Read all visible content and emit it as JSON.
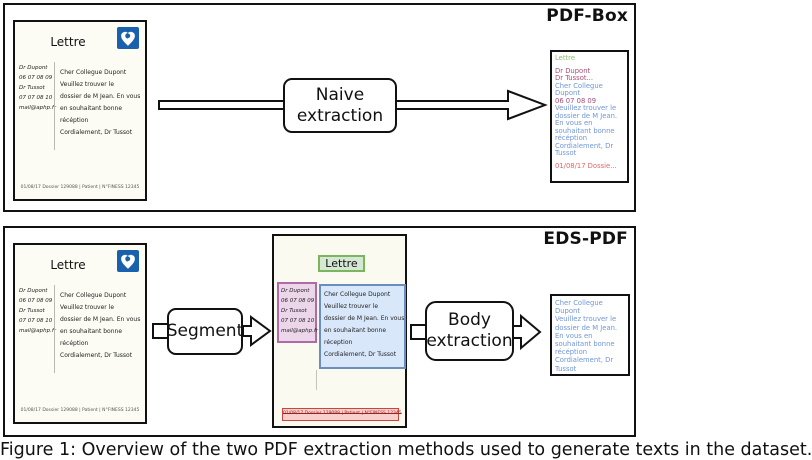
{
  "caption": "Figure 1: Overview of the two PDF extraction methods used to generate texts in the dataset.",
  "icons": {
    "letter_logo": "aphp-heart-logo"
  },
  "letter": {
    "title": "Lettre",
    "left_column": [
      "Dr Dupont",
      "06 07 08 09",
      "Dr Tussot",
      "07 07 08 10",
      "mail@aphp.fr"
    ],
    "body_lines": [
      "Cher Collegue Dupont",
      "Veuillez trouver le",
      "dossier de M Jean. En vous",
      "en souhaitant bonne",
      "récéption",
      "Cordialement, Dr Tussot"
    ],
    "footer": "01/08/17  Dossier 129088 | Patient | N°FINESS 12345"
  },
  "pdf_box": {
    "panel_label": "PDF-Box",
    "process_box": {
      "line1": "Naive",
      "line2": "extraction"
    },
    "output_lines": [
      {
        "text": "Lettre",
        "color": "green",
        "gap_after": true
      },
      {
        "text": "Dr Dupont",
        "color": "maroon"
      },
      {
        "text": "Dr Tussot...",
        "color": "maroon"
      },
      {
        "text": "Cher Collegue",
        "color": "blue"
      },
      {
        "text": "Dupont",
        "color": "blue"
      },
      {
        "text": "06 07 08 09",
        "color": "maroon"
      },
      {
        "text": "Veuillez trouver le",
        "color": "blue"
      },
      {
        "text": "dossier de M Jean.",
        "color": "blue"
      },
      {
        "text": "En vous en",
        "color": "blue"
      },
      {
        "text": "souhaitant bonne",
        "color": "blue"
      },
      {
        "text": "récéption",
        "color": "blue"
      },
      {
        "text": "Cordialement, Dr",
        "color": "blue"
      },
      {
        "text": "Tussot",
        "color": "blue",
        "gap_after": true
      },
      {
        "text": "01/08/17 Dossie...",
        "color": "red"
      }
    ]
  },
  "eds_pdf": {
    "panel_label": "EDS-PDF",
    "segment_box_label": "Segment",
    "process_box": {
      "line1": "Body",
      "line2": "extraction"
    },
    "segmented_doc": {
      "title": "Lettre",
      "left_column": [
        "Dr Dupont",
        "06 07 08 09",
        "Dr Tussot",
        "07 07 08 10",
        "mail@aphp.fr"
      ],
      "body_lines": [
        "Cher Collegue Dupont",
        "Veuillez trouver le",
        "dossier de M Jean. En vous",
        "en souhaitant bonne",
        "réception",
        "Cordialement, Dr Tussot"
      ],
      "footer": "01/08/17 Dossier 129088 | Patient | N°FINESS 12345"
    },
    "output_lines": [
      "Cher Collegue",
      "Dupont",
      "Veuillez trouver le",
      "dossier de M Jean.",
      "En vous en",
      "souhaitant bonne",
      "récéption",
      "Cordialement, Dr",
      "Tussot"
    ]
  },
  "colors": {
    "green": "#8fbc73",
    "maroon": "#a64d79",
    "blue": "#6f96d8",
    "red": "#e06666",
    "logo_blue": "#1961ac",
    "seg_green_border": "#7cb55e",
    "seg_green_bg": "#d5e8d4",
    "seg_purple_border": "#b06aa8",
    "seg_purple_bg": "#ecd6ea",
    "seg_blue_border": "#6c8ebf",
    "seg_blue_bg": "#d9e7fb",
    "seg_red_border": "#cc4538",
    "seg_red_bg": "#f7cfcc",
    "footer_red_text": "#992222"
  }
}
